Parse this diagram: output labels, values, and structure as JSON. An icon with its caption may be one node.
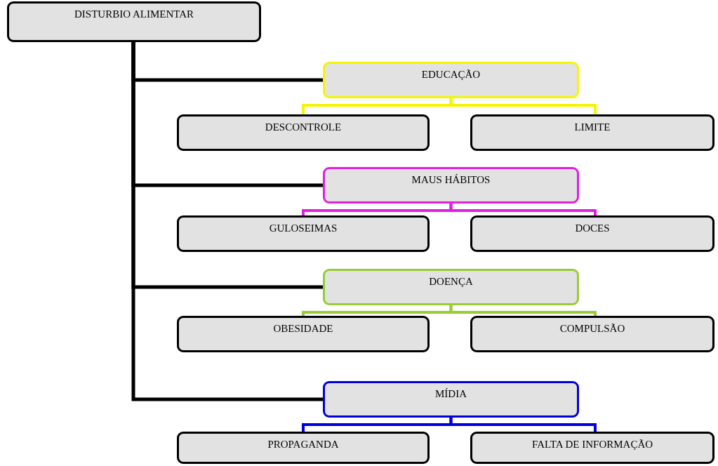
{
  "diagram": {
    "nodes": [
      {
        "text": [
          "DISTURBIO ALIMENTAR"
        ]
      },
      {
        "text": [
          "EDUCAÇÃO"
        ]
      },
      {
        "text": [
          "DESCONTROLE"
        ]
      },
      {
        "text": [
          "LIMITE"
        ]
      },
      {
        "text": [
          "MAUS HÁBITOS"
        ]
      },
      {
        "text": [
          "GULOSEIMAS"
        ]
      },
      {
        "text": [
          "DOCES"
        ]
      },
      {
        "text": [
          "DOENÇA"
        ]
      },
      {
        "text": [
          "OBESIDADE"
        ]
      },
      {
        "text": [
          "COMPULSÃO"
        ]
      },
      {
        "text": [
          "MÍDIA"
        ]
      },
      {
        "text": [
          "PROPAGANDA"
        ]
      },
      {
        "text": [
          "FALTA DE INFORMAÇÃO"
        ]
      }
    ],
    "edges": [
      {
        "from": 0,
        "to": 1,
        "arrow": "none"
      },
      {
        "from": 0,
        "to": 4,
        "arrow": "none"
      },
      {
        "from": 0,
        "to": 7,
        "arrow": "none"
      },
      {
        "from": 0,
        "to": 10,
        "arrow": "none"
      },
      {
        "from": 1,
        "to": 2,
        "arrow": "none",
        "color": "#f5f500"
      },
      {
        "from": 1,
        "to": 3,
        "arrow": "none",
        "color": "#f5f500"
      },
      {
        "from": 4,
        "to": 5,
        "arrow": "none",
        "color": "#e020e0"
      },
      {
        "from": 4,
        "to": 6,
        "arrow": "none",
        "color": "#e020e0"
      },
      {
        "from": 7,
        "to": 8,
        "arrow": "none",
        "color": "#99cc33"
      },
      {
        "from": 7,
        "to": 9,
        "arrow": "none",
        "color": "#99cc33"
      },
      {
        "from": 10,
        "to": 11,
        "arrow": "none",
        "color": "#0000dd"
      },
      {
        "from": 10,
        "to": 12,
        "arrow": "none",
        "color": "#0000dd"
      }
    ]
  }
}
